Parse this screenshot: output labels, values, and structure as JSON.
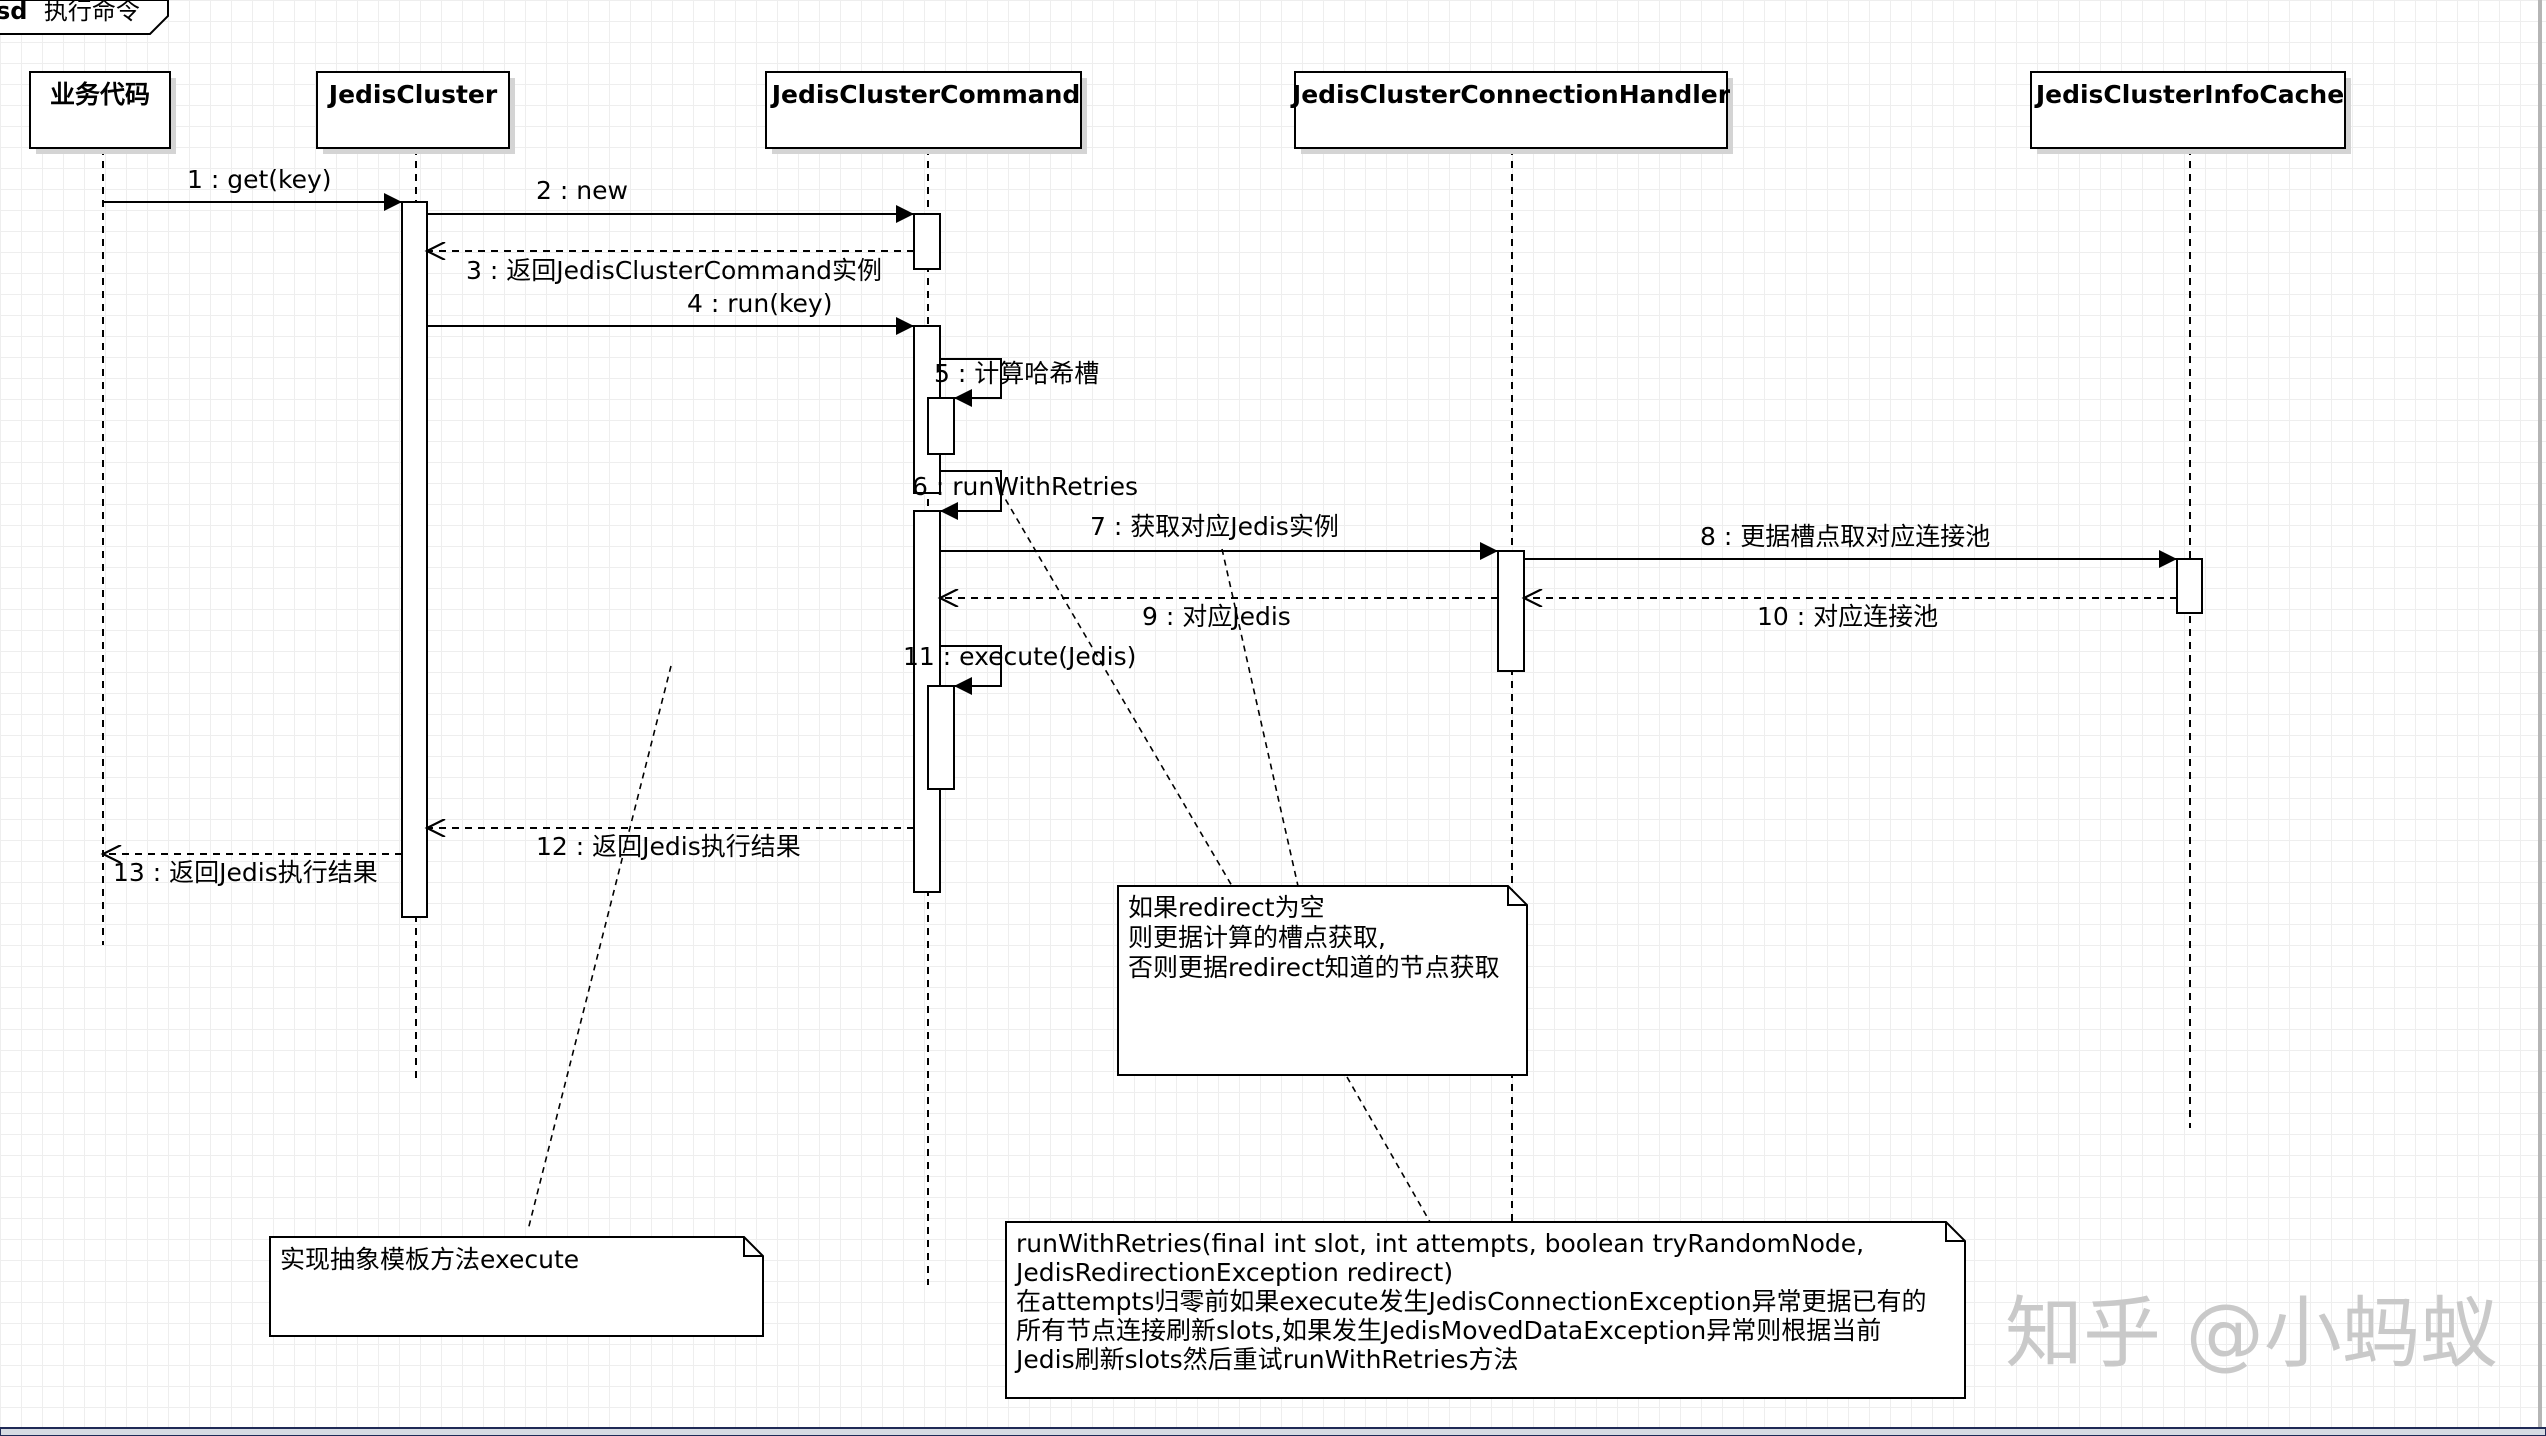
{
  "frame": {
    "keyword": "sd",
    "name": "执行命令"
  },
  "lifelines": [
    {
      "id": "biz",
      "label": "业务代码"
    },
    {
      "id": "jc",
      "label": "JedisCluster"
    },
    {
      "id": "jcc",
      "label": "JedisClusterCommand"
    },
    {
      "id": "jcch",
      "label": "JedisClusterConnectionHandler"
    },
    {
      "id": "jcic",
      "label": "JedisClusterInfoCache"
    }
  ],
  "messages": [
    {
      "id": "m1",
      "label": "1 : get(key)",
      "kind": "sync"
    },
    {
      "id": "m2",
      "label": "2 : new",
      "kind": "sync"
    },
    {
      "id": "m3",
      "label": "3 : 返回JedisClusterCommand实例",
      "kind": "return"
    },
    {
      "id": "m4",
      "label": "4 : run(key)",
      "kind": "sync"
    },
    {
      "id": "m5",
      "label": "5 : 计算哈希槽",
      "kind": "self"
    },
    {
      "id": "m6",
      "label": "6 : runWithRetries",
      "kind": "self"
    },
    {
      "id": "m7",
      "label": "7 : 获取对应Jedis实例",
      "kind": "sync"
    },
    {
      "id": "m8",
      "label": "8 : 更据槽点取对应连接池",
      "kind": "sync"
    },
    {
      "id": "m9",
      "label": "9 : 对应Jedis",
      "kind": "return"
    },
    {
      "id": "m10",
      "label": "10 : 对应连接池",
      "kind": "return"
    },
    {
      "id": "m11",
      "label": "11 : execute(Jedis)",
      "kind": "self"
    },
    {
      "id": "m12",
      "label": "12 : 返回Jedis执行结果",
      "kind": "return"
    },
    {
      "id": "m13",
      "label": "13 : 返回Jedis执行结果",
      "kind": "return"
    }
  ],
  "notes": [
    {
      "id": "n1",
      "lines": [
        "如果redirect为空",
        "则更据计算的槽点获取,",
        "否则更据redirect知道的节点获取"
      ]
    },
    {
      "id": "n2",
      "lines": [
        "runWithRetries(final int slot, int attempts, boolean tryRandomNode,",
        "JedisRedirectionException redirect)",
        "在attempts归零前如果execute发生JedisConnectionException异常更据已有的",
        "所有节点连接刷新slots,如果发生JedisMovedDataException异常则根据当前",
        "Jedis刷新slots然后重试runWithRetries方法"
      ]
    },
    {
      "id": "n3",
      "lines": [
        "实现抽象模板方法execute"
      ]
    }
  ],
  "watermark": "知乎 @小蚂蚁",
  "colors": {
    "line": "#000000",
    "box_fill": "#ffffff",
    "shadow": "#d4d4d4",
    "grid": "#eeeeee",
    "watermark": "#c9c9c9"
  }
}
